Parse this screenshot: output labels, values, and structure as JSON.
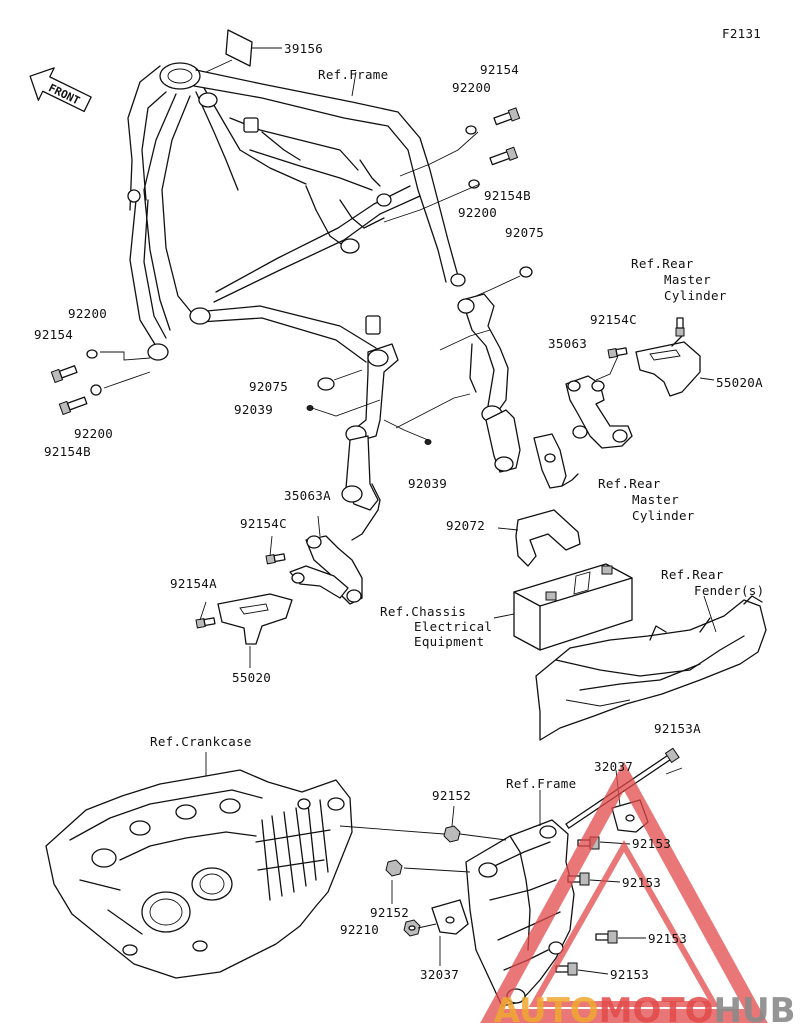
{
  "figure_code": "F2131",
  "front_arrow_text": "FRONT",
  "labels": {
    "p39156": "39156",
    "ref_frame_top": "Ref.Frame",
    "p92154_top": "92154",
    "p92200_top": "92200",
    "p92154b_top": "92154B",
    "p92200_mid": "92200",
    "p92075_right": "92075",
    "ref_rear_master_cyl_top_1": "Ref.Rear",
    "ref_rear_master_cyl_top_2": "Master",
    "ref_rear_master_cyl_top_3": "Cylinder",
    "p92154c_right": "92154C",
    "p35063": "35063",
    "p55020a": "55020A",
    "p92200_left": "92200",
    "p92154_left": "92154",
    "p92075_left": "92075",
    "p92039_left": "92039",
    "p92200_left2": "92200",
    "p92154b_left": "92154B",
    "p92039_mid": "92039",
    "ref_rear_master_cyl_bot_1": "Ref.Rear",
    "ref_rear_master_cyl_bot_2": "Master",
    "ref_rear_master_cyl_bot_3": "Cylinder",
    "p35063a": "35063A",
    "p92154c_left": "92154C",
    "p92072": "92072",
    "ref_rear_fender_1": "Ref.Rear",
    "ref_rear_fender_2": "Fender(s)",
    "p92154a": "92154A",
    "ref_chassis_elec_1": "Ref.Chassis",
    "ref_chassis_elec_2": "Electrical",
    "ref_chassis_elec_3": "Equipment",
    "p55020": "55020",
    "ref_crankcase": "Ref.Crankcase",
    "p92153a": "92153A",
    "p32037_top": "32037",
    "p92152_top": "92152",
    "ref_frame_bottom": "Ref.Frame",
    "p92153_1": "92153",
    "p92153_2": "92153",
    "p92152_bot": "92152",
    "p92210": "92210",
    "p92153_3": "92153",
    "p32037_bot": "32037",
    "p92153_4": "92153"
  },
  "watermark": {
    "part1": "AUTO",
    "part2": "MOTO",
    "part3": "HUB"
  },
  "colors": {
    "line": "#111111",
    "watermark_orange": "#f0a830",
    "watermark_red": "#e24a4a",
    "watermark_gray": "#8a8a8a"
  }
}
